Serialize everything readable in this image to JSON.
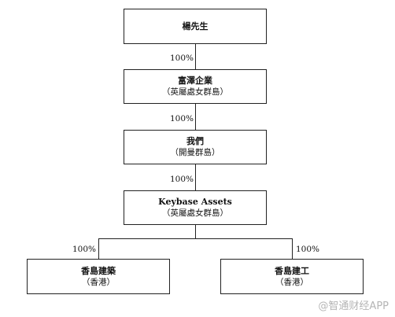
{
  "nodes": {
    "yang": {
      "name": "楊先生"
    },
    "fuze": {
      "name": "富澤企業",
      "jurisdiction": "（英屬處女群島）"
    },
    "us": {
      "name": "我們",
      "jurisdiction": "（開曼群島）"
    },
    "keybase": {
      "name": "Keybase Assets",
      "jurisdiction": "（英屬處女群島）"
    },
    "hk_construction": {
      "name": "香島建築",
      "jurisdiction": "（香港）"
    },
    "hk_engineering": {
      "name": "香島建工",
      "jurisdiction": "（香港）"
    }
  },
  "edges": {
    "yang_fuze": "100%",
    "fuze_us": "100%",
    "us_keybase": "100%",
    "keybase_construction": "100%",
    "keybase_engineering": "100%"
  },
  "watermark": "@智通财经APP"
}
